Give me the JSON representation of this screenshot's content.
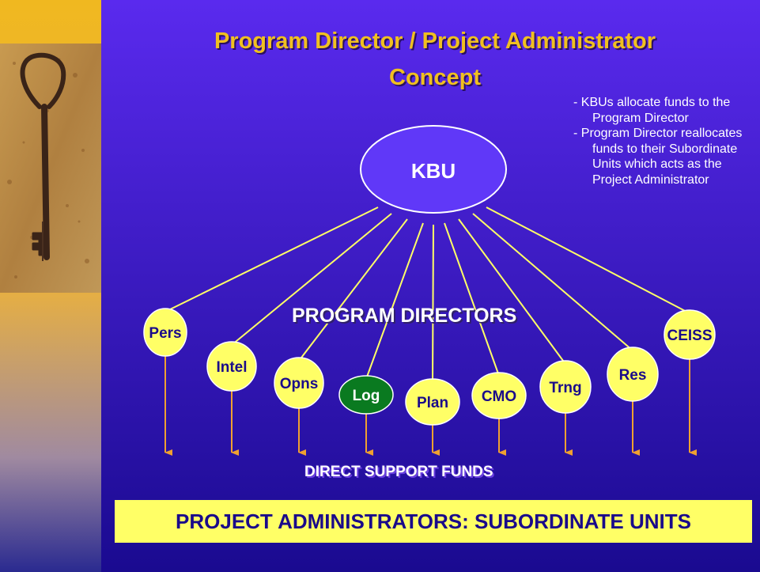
{
  "title": {
    "line1": "Program Director / Project Administrator",
    "line2": "Concept"
  },
  "notes": [
    "- KBUs allocate funds to the Program Director",
    "- Program Director reallocates funds to their Subordinate Units which acts as the Project Administrator"
  ],
  "hub": {
    "label": "KBU"
  },
  "directors_label": "PROGRAM DIRECTORS",
  "nodes": [
    {
      "label": "Pers",
      "fill": "#ffff66",
      "text_color": "#1a0a8a"
    },
    {
      "label": "Intel",
      "fill": "#ffff66",
      "text_color": "#1a0a8a"
    },
    {
      "label": "Opns",
      "fill": "#ffff66",
      "text_color": "#1a0a8a"
    },
    {
      "label": "Log",
      "fill": "#0a7a20",
      "text_color": "#ffffff"
    },
    {
      "label": "Plan",
      "fill": "#ffff66",
      "text_color": "#1a0a8a"
    },
    {
      "label": "CMO",
      "fill": "#ffff66",
      "text_color": "#1a0a8a"
    },
    {
      "label": "Trng",
      "fill": "#ffff66",
      "text_color": "#1a0a8a"
    },
    {
      "label": "Res",
      "fill": "#ffff66",
      "text_color": "#1a0a8a"
    },
    {
      "label": "CEISS",
      "fill": "#ffff66",
      "text_color": "#1a0a8a"
    }
  ],
  "funds_label": "DIRECT SUPPORT FUNDS",
  "banner": {
    "label": "PROJECT ADMINISTRATORS: SUBORDINATE UNITS"
  },
  "colors": {
    "background_top": "#5a2aee",
    "background_bottom": "#1a0a90",
    "connector": "#ffff66",
    "arrow": "#f0a030",
    "banner": "#ffff66"
  }
}
